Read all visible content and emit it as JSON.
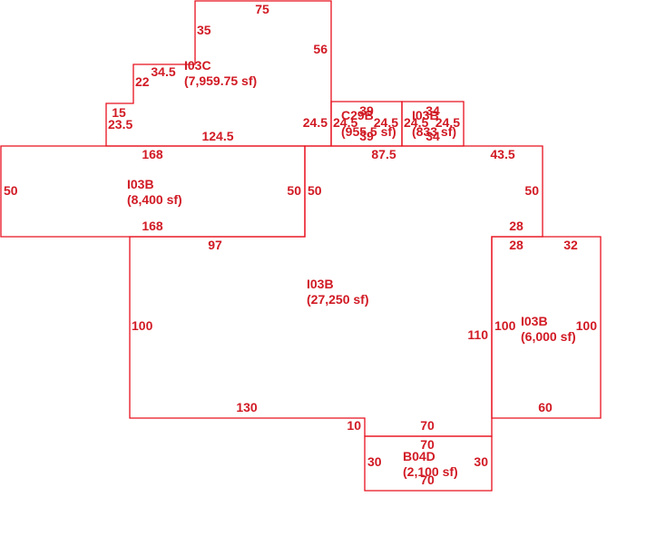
{
  "colors": {
    "line": "#e8101e",
    "text": "#d11a24",
    "background": "#ffffff"
  },
  "areas": [
    {
      "code": "I03C",
      "area": "(7,959.75 sf)"
    },
    {
      "code": "I03B",
      "area": "(8,400 sf)"
    },
    {
      "code": "I03B",
      "area": "(27,250 sf)"
    },
    {
      "code": "I03B",
      "area": "(6,000 sf)"
    },
    {
      "code": "B04D",
      "area": "(2,100 sf)"
    },
    {
      "code": "C29B",
      "area": "(955.5 sf)"
    },
    {
      "code": "I03B",
      "area": "(833 sf)"
    }
  ],
  "dimensions": {
    "i03c_top": "75",
    "i03c_left_upper": "35",
    "i03c_step_top": "34.5",
    "i03c_step_side": "22",
    "i03c_right": "56",
    "i03c_ledge_top": "15",
    "i03c_ledge_side": "23.5",
    "i03c_bottom": "124.5",
    "i03c_right_lower": "24.5",
    "c29b_top": "39",
    "c29b_left": "24.5",
    "c29b_right": "24.5",
    "c29b_bottom": "39",
    "small_top": "34",
    "small_left": "24.5",
    "small_right": "24.5",
    "small_bottom": "34",
    "west_top": "168",
    "west_left": "50",
    "west_right": "50",
    "west_bottom": "168",
    "main_upper_left": "50",
    "main_top": "87.5",
    "main_top_right": "43.5",
    "main_right_upper": "50",
    "main_notch": "28",
    "main_left": "100",
    "main_bottom_left": "97",
    "main_bottom": "130",
    "main_step": "10",
    "main_bottom_right": "70",
    "main_right_lower": "110",
    "east_top_left": "28",
    "east_top": "32",
    "east_left": "100",
    "east_right": "100",
    "east_bottom": "60",
    "b04d_top": "70",
    "b04d_left": "30",
    "b04d_right": "30",
    "b04d_bottom": "70"
  }
}
